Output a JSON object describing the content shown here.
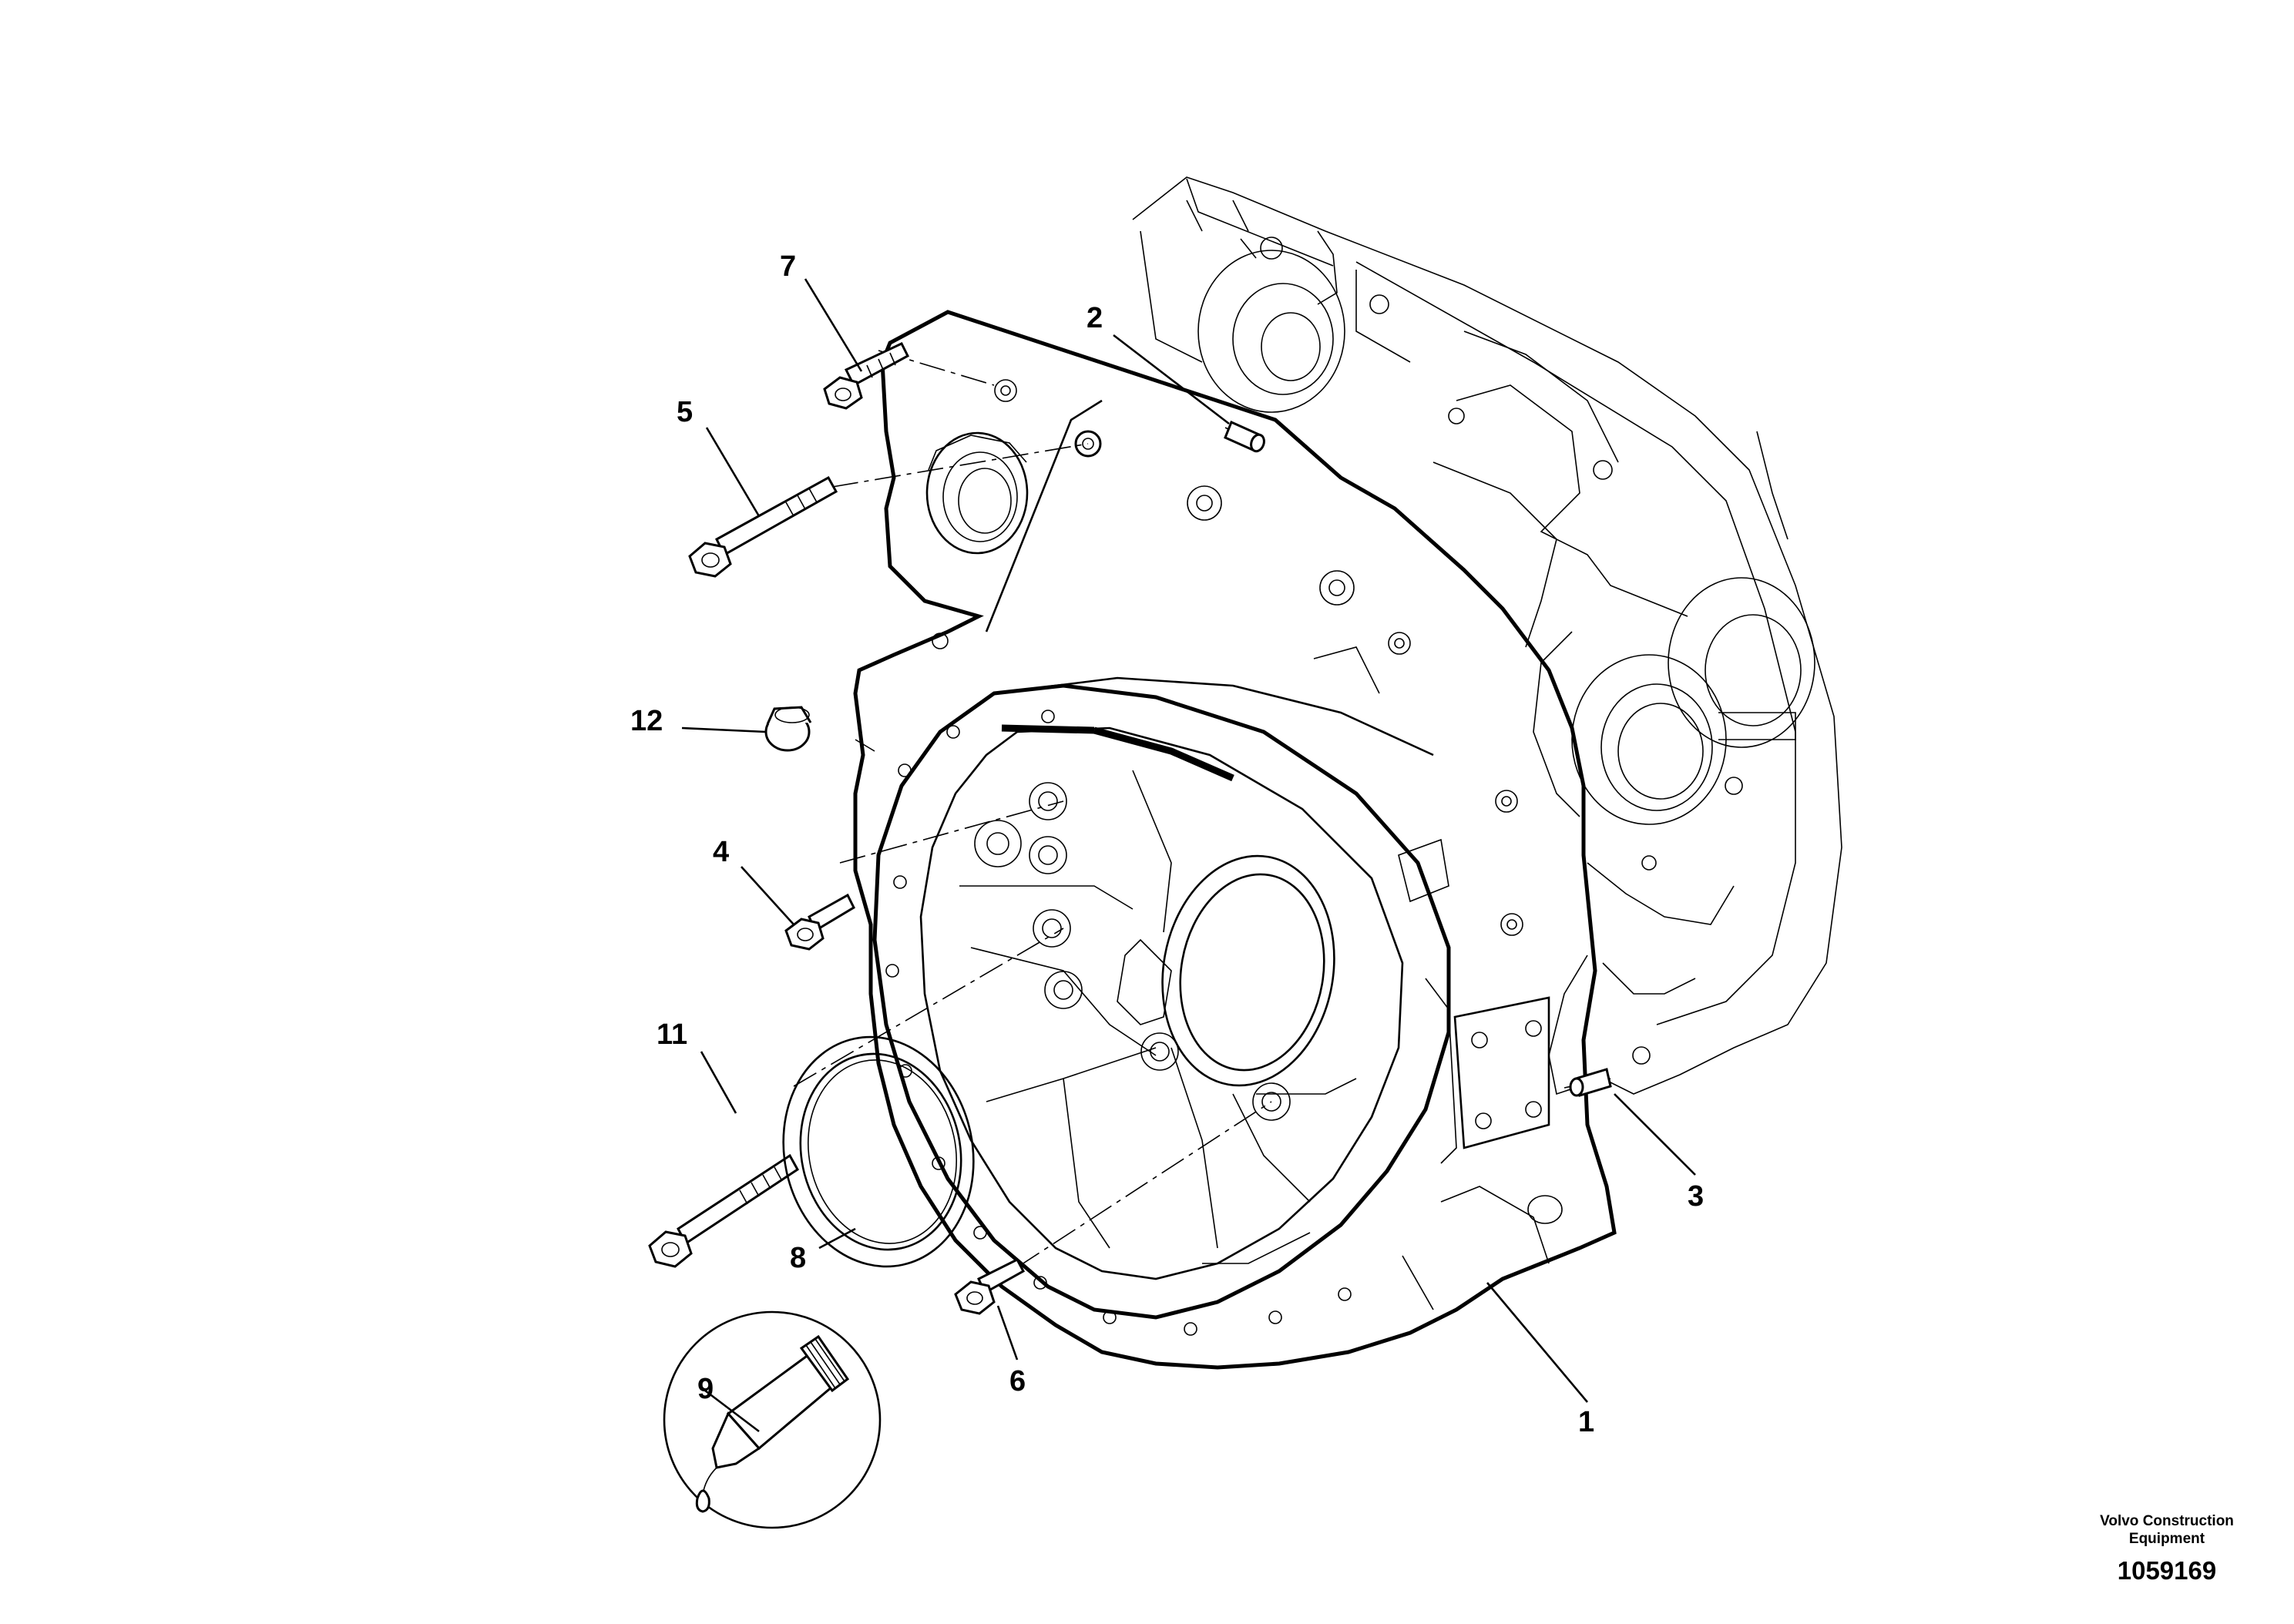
{
  "diagram": {
    "callouts": [
      {
        "id": "1",
        "label": "1"
      },
      {
        "id": "2",
        "label": "2"
      },
      {
        "id": "3",
        "label": "3"
      },
      {
        "id": "4",
        "label": "4"
      },
      {
        "id": "5",
        "label": "5"
      },
      {
        "id": "6",
        "label": "6"
      },
      {
        "id": "7",
        "label": "7"
      },
      {
        "id": "8",
        "label": "8"
      },
      {
        "id": "9",
        "label": "9"
      },
      {
        "id": "11",
        "label": "11"
      },
      {
        "id": "12",
        "label": "12"
      }
    ]
  },
  "footer": {
    "company_line1": "Volvo Construction",
    "company_line2": "Equipment",
    "drawing_number": "1059169"
  }
}
